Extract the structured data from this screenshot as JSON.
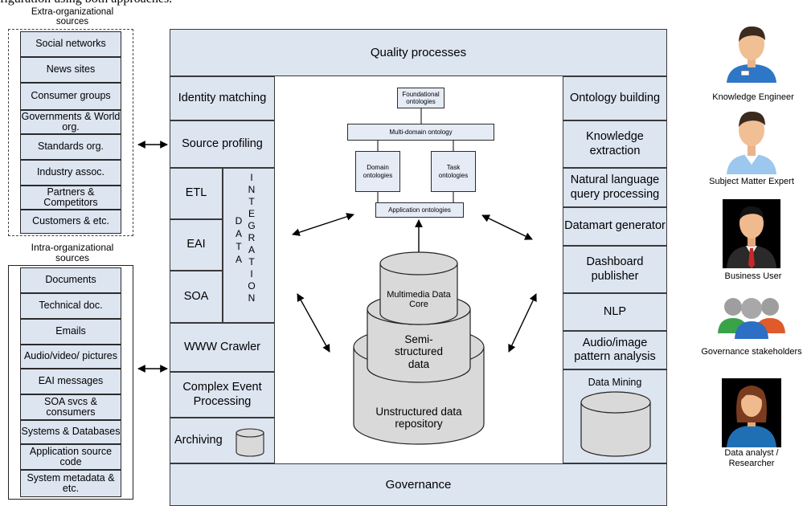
{
  "header_text": "figuration using both approaches.",
  "extra_sources": {
    "title": "Extra-organizational sources",
    "items": [
      "Social networks",
      "News sites",
      "Consumer groups",
      "Governments & World org.",
      "Standards org.",
      "Industry assoc.",
      "Partners & Competitors",
      "Customers & etc."
    ]
  },
  "intra_sources": {
    "title": "Intra-organizational sources",
    "items": [
      "Documents",
      "Technical doc.",
      "Emails",
      "Audio/video/ pictures",
      "EAI messages",
      "SOA svcs & consumers",
      "Systems & Databases",
      "Application source code",
      "System metadata & etc."
    ]
  },
  "framework": {
    "top": "Quality processes",
    "bottom": "Governance",
    "left": [
      "Identity matching",
      "Source profiling",
      "ETL",
      "EAI",
      "SOA",
      "WWW Crawler",
      "Complex Event Processing",
      "Archiving"
    ],
    "data_integration_letters": [
      "D",
      "A",
      "T",
      "A"
    ],
    "integration_letters": [
      "I",
      "N",
      "T",
      "E",
      "G",
      "R",
      "A",
      "T",
      "I",
      "O",
      "N"
    ],
    "right": [
      "Ontology building",
      "Knowledge extraction",
      "Natural language query processing",
      "Datamart generator",
      "Dashboard publisher",
      "NLP",
      "Audio/image pattern analysis",
      "Data Mining"
    ]
  },
  "ontologies": {
    "foundational": "Foundational ontologies",
    "multi_domain": "Multi-domain ontology",
    "domain": "Domain ontologies",
    "task": "Task ontologies",
    "application": "Application ontologies"
  },
  "data_store": {
    "top": "Multimedia Data Core",
    "middle": "Semi-structured data",
    "bottom": "Unstructured data repository"
  },
  "users": [
    "Knowledge Engineer",
    "Subject Matter Expert",
    "Business User",
    "Governance stakeholders",
    "Data analyst / Researcher"
  ],
  "colors": {
    "panel": "#dde5f1",
    "cylinder": "#d9d9d9",
    "border": "#3a3a3a"
  }
}
